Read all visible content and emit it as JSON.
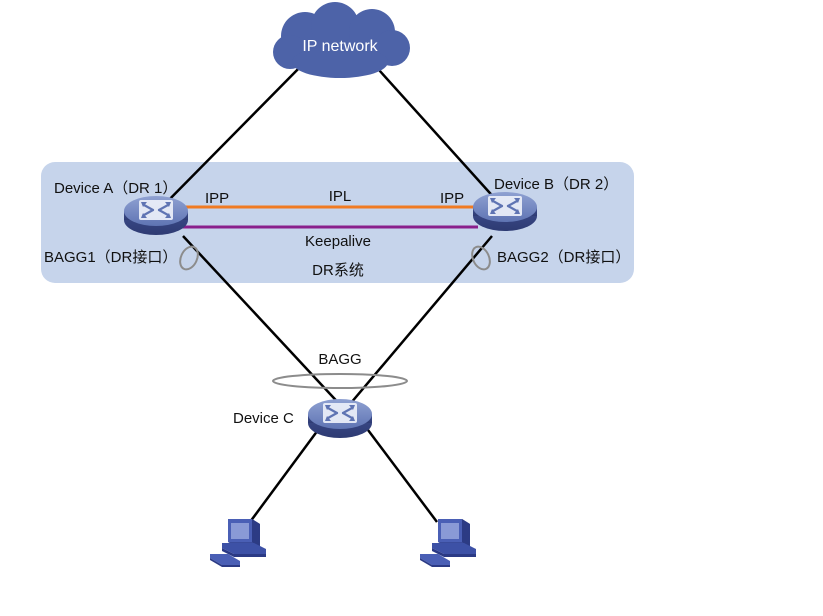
{
  "title": "DR system network diagram",
  "colors": {
    "cloud": "#4d63a8",
    "dr_region": "#c5d3ea",
    "ipl_link": "#f07a22",
    "keepalive_link": "#8a1f8c",
    "link": "#000000",
    "device": "#5b70ae",
    "aggregation_ring": "#8c8c8c"
  },
  "cloud": {
    "label": "IP network"
  },
  "dr_system": {
    "label": "DR系统",
    "ipl_label": "IPL",
    "keepalive_label": "Keepalive",
    "ipp_left_label": "IPP",
    "ipp_right_label": "IPP"
  },
  "devices": {
    "a": {
      "label": "Device A（DR 1）",
      "interface_label": "BAGG1（DR接口）"
    },
    "b": {
      "label": "Device B（DR 2）",
      "interface_label": "BAGG2（DR接口）"
    },
    "c": {
      "label": "Device C",
      "aggregation_label": "BAGG"
    }
  },
  "hosts": [
    {
      "name": "host-left"
    },
    {
      "name": "host-right"
    }
  ]
}
